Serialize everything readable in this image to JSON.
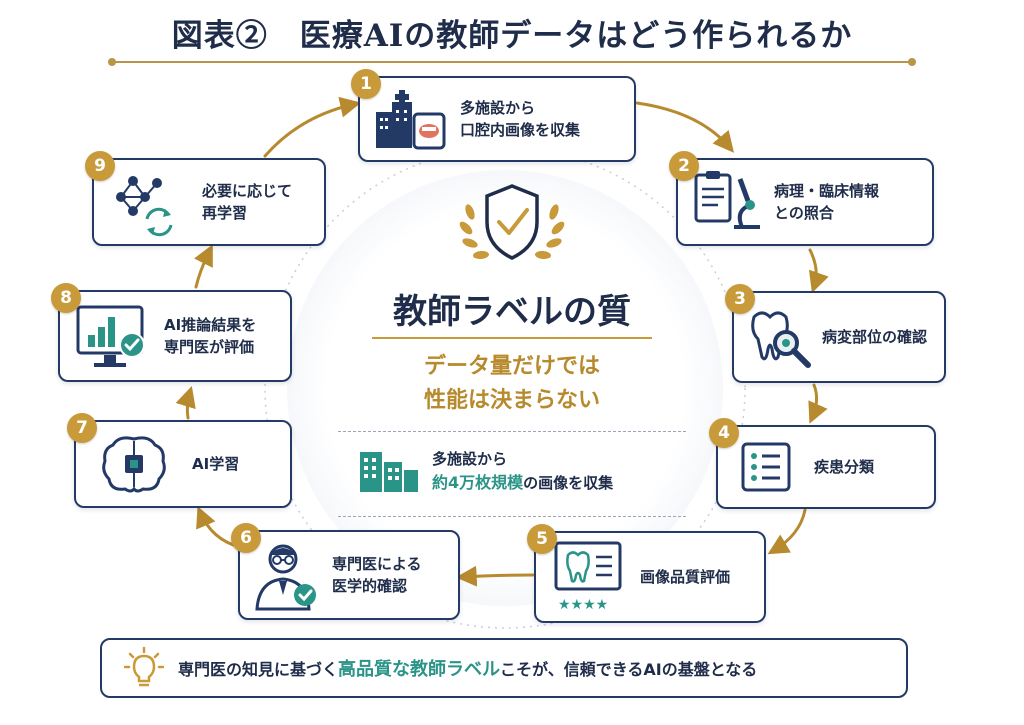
{
  "title": "図表②　医療AIの教師データはどう作られるか",
  "steps": [
    {
      "num": "1",
      "label": "多施設から\n口腔内画像を収集",
      "icon": "hospital-tablet-icon"
    },
    {
      "num": "2",
      "label": "病理・臨床情報\nとの照合",
      "icon": "clipboard-microscope-icon"
    },
    {
      "num": "3",
      "label": "病変部位の確認",
      "icon": "tooth-magnifier-icon"
    },
    {
      "num": "4",
      "label": "疾患分類",
      "icon": "checklist-icon"
    },
    {
      "num": "5",
      "label": "画像品質評価",
      "icon": "monitor-tooth-stars-icon"
    },
    {
      "num": "6",
      "label": "専門医による\n医学的確認",
      "icon": "doctor-check-icon"
    },
    {
      "num": "7",
      "label": "AI学習",
      "icon": "brain-chip-icon"
    },
    {
      "num": "8",
      "label": "AI推論結果を\n専門医が評価",
      "icon": "monitor-chart-check-icon"
    },
    {
      "num": "9",
      "label": "必要に応じて\n再学習",
      "icon": "network-cycle-icon"
    }
  ],
  "center": {
    "title": "教師ラベルの質",
    "subtitle": "データ量だけでは\n性能は決まらない",
    "note_line1": "多施設から",
    "note_highlight": "約4万枚規模",
    "note_line2_rest": "の画像を収集",
    "badge_icon": "shield-check-laurel-icon",
    "note_icon": "buildings-icon"
  },
  "footer": {
    "icon": "lightbulb-icon",
    "text_before": "専門医の知見に基づく",
    "text_highlight": "高品質な教師ラベル",
    "text_after": "こそが、信頼できるAIの基盤となる"
  },
  "colors": {
    "navy": "#1f2d4a",
    "gold": "#c89a3a",
    "teal": "#2b9488"
  }
}
